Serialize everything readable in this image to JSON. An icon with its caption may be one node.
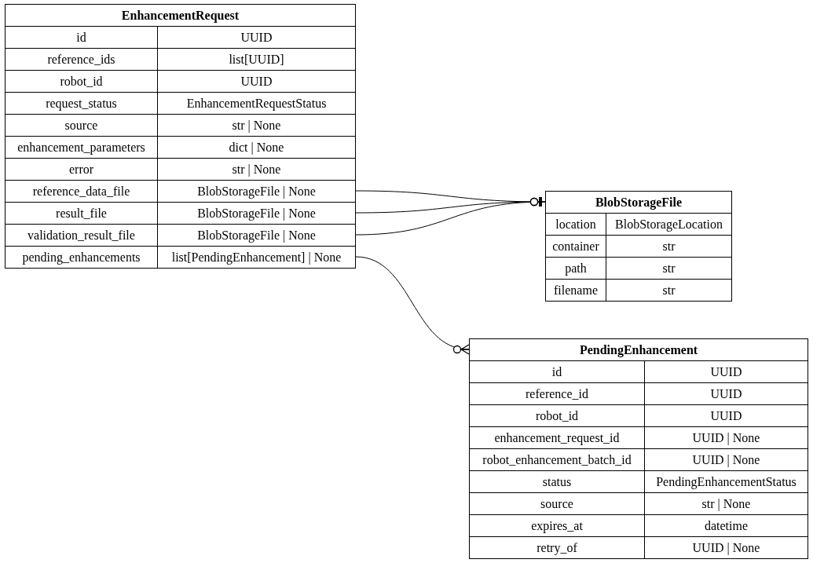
{
  "diagram": {
    "nodes": [
      {
        "text": [
          "EnhancementRequest"
        ]
      },
      {
        "text": [
          "id",
          "UUID"
        ],
        "in": 0
      },
      {
        "text": [
          "reference_ids",
          "list[UUID]"
        ],
        "in": 0
      },
      {
        "text": [
          "robot_id",
          "UUID"
        ],
        "in": 0
      },
      {
        "text": [
          "request_status",
          "EnhancementRequestStatus"
        ],
        "in": 0
      },
      {
        "text": [
          "source",
          "str | None"
        ],
        "in": 0
      },
      {
        "text": [
          "enhancement_parameters",
          "dict | None"
        ],
        "in": 0
      },
      {
        "text": [
          "error",
          "str | None"
        ],
        "in": 0
      },
      {
        "text": [
          "reference_data_file",
          "BlobStorageFile | None"
        ],
        "in": 0
      },
      {
        "text": [
          "result_file",
          "BlobStorageFile | None"
        ],
        "in": 0
      },
      {
        "text": [
          "validation_result_file",
          "BlobStorageFile | None"
        ],
        "in": 0
      },
      {
        "text": [
          "pending_enhancements",
          "list[PendingEnhancement] | None"
        ],
        "in": 0
      },
      {
        "text": [
          "BlobStorageFile"
        ]
      },
      {
        "text": [
          "location",
          "BlobStorageLocation"
        ],
        "in": 12
      },
      {
        "text": [
          "container",
          "str"
        ],
        "in": 12
      },
      {
        "text": [
          "path",
          "str"
        ],
        "in": 12
      },
      {
        "text": [
          "filename",
          "str"
        ],
        "in": 12
      },
      {
        "text": [
          "PendingEnhancement"
        ]
      },
      {
        "text": [
          "id",
          "UUID"
        ],
        "in": 17
      },
      {
        "text": [
          "reference_id",
          "UUID"
        ],
        "in": 17
      },
      {
        "text": [
          "robot_id",
          "UUID"
        ],
        "in": 17
      },
      {
        "text": [
          "enhancement_request_id",
          "UUID | None"
        ],
        "in": 17
      },
      {
        "text": [
          "robot_enhancement_batch_id",
          "UUID | None"
        ],
        "in": 17
      },
      {
        "text": [
          "status",
          "PendingEnhancementStatus"
        ],
        "in": 17
      },
      {
        "text": [
          "source",
          "str | None"
        ],
        "in": 17
      },
      {
        "text": [
          "expires_at",
          "datetime"
        ],
        "in": 17
      },
      {
        "text": [
          "retry_of",
          "UUID | None"
        ],
        "in": 17
      }
    ],
    "edges": [
      {
        "from": 8,
        "to": 12,
        "arrow": "other"
      },
      {
        "from": 9,
        "to": 12,
        "arrow": "other"
      },
      {
        "from": 10,
        "to": 12,
        "arrow": "other"
      },
      {
        "from": 11,
        "to": 17,
        "arrow": "other"
      }
    ]
  }
}
